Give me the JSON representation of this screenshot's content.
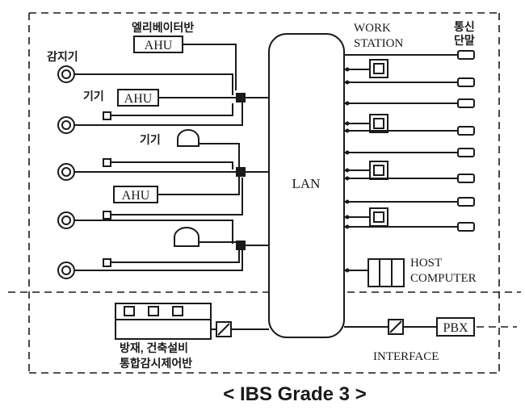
{
  "labels": {
    "elevator_panel": "엘리베이터반",
    "sensor": "감지기",
    "equipment_1": "기기",
    "equipment_2": "기기",
    "ahu": "AHU",
    "lan": "LAN",
    "workstation_line1": "WORK",
    "workstation_line2": "STATION",
    "comm_terminal_line1": "통신",
    "comm_terminal_line2": "단말",
    "host_line1": "HOST",
    "host_line2": "COMPUTER",
    "pbx": "PBX",
    "interface": "INTERFACE",
    "disaster_panel_line1": "방재, 건축설비",
    "disaster_panel_line2": "통합감시제어반"
  },
  "caption": "< IBS Grade 3 >",
  "colors": {
    "ink": "#1a1a1a",
    "background": "#ffffff"
  }
}
